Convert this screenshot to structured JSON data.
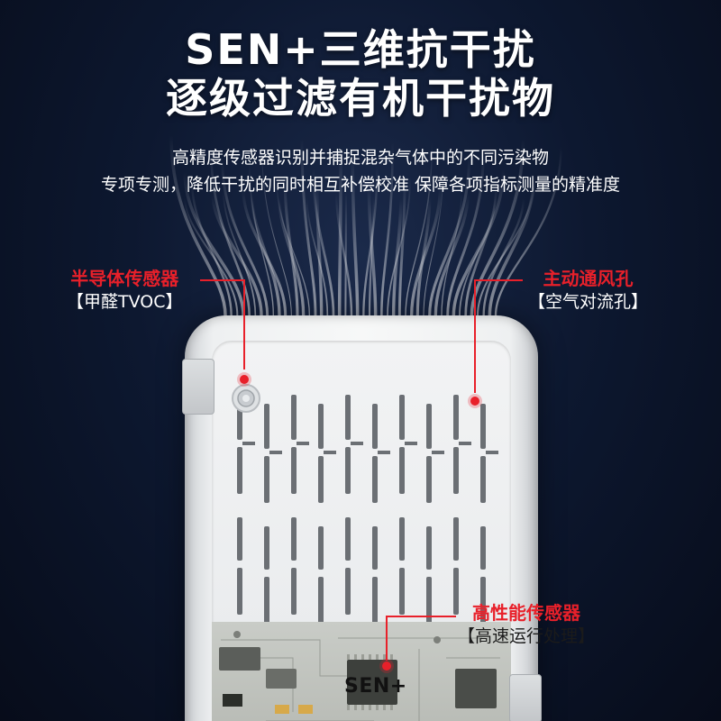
{
  "headline": {
    "line1": "SEN+三维抗干扰",
    "line2": "逐级过滤有机干扰物"
  },
  "subhead": {
    "line1": "高精度传感器识别并捕捉混杂气体中的不同污染物",
    "line2": "专项专测，降低干扰的同时相互补偿校准 保障各项指标测量的精准度"
  },
  "callouts": {
    "semiconductor": {
      "title": "半导体传感器",
      "sub": "【甲醛TVOC】"
    },
    "vent": {
      "title": "主动通风孔",
      "sub": "【空气对流孔】"
    },
    "high_perf": {
      "title": "高性能传感器",
      "sub": "【高速运行处理】"
    }
  },
  "board_label": "SEN+",
  "colors": {
    "accent_red": "#e8202a",
    "background": "#0d1830",
    "text_white": "#ffffff"
  }
}
